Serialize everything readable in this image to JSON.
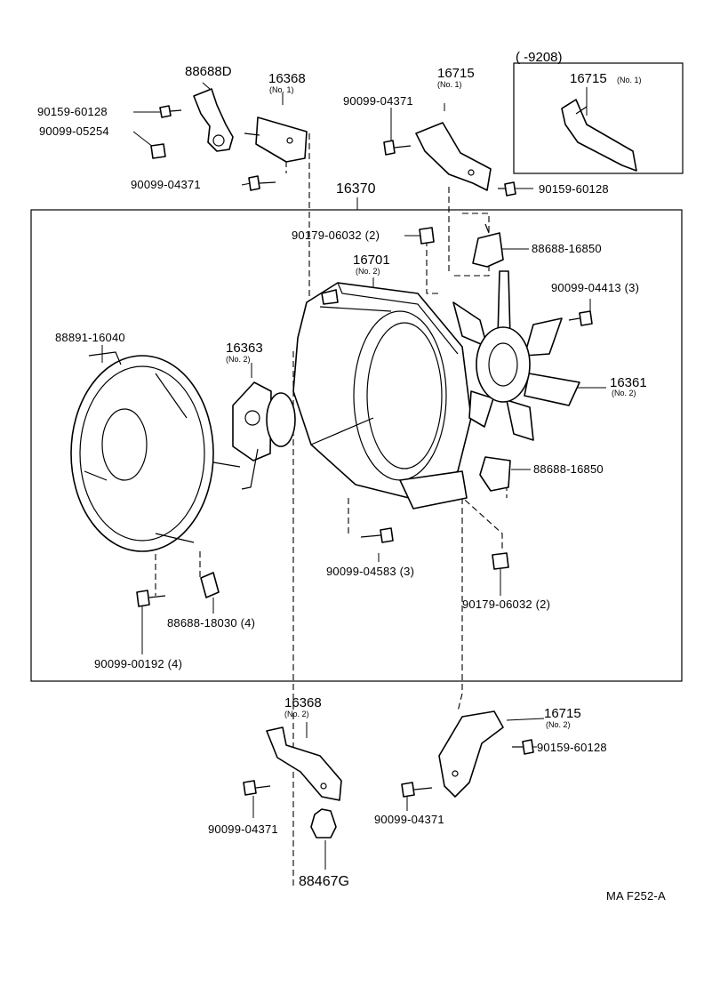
{
  "inset": {
    "range_label": "(        -9208)",
    "part": "16715",
    "part_note": "(No. 1)"
  },
  "labels": {
    "p88688D": "88688D",
    "p16368_top": "16368",
    "p16368_top_note": "(No. 1)",
    "p90159_60128_a": "90159-60128",
    "p90099_05254": "90099-05254",
    "p90099_04371_a": "90099-04371",
    "p16715_top": "16715",
    "p16715_top_note": "(No. 1)",
    "p90099_04371_b": "90099-04371",
    "p90159_60128_b": "90159-60128",
    "p16370": "16370",
    "p90179_06032_a": "90179-06032 (2)",
    "p88688_16850_a": "88688-16850",
    "p16701": "16701",
    "p16701_note": "(No. 2)",
    "p90099_04413": "90099-04413 (3)",
    "p88891_16040": "88891-16040",
    "p16363": "16363",
    "p16363_note": "(No. 2)",
    "p16361": "16361",
    "p16361_note": "(No. 2)",
    "p88688_16850_b": "88688-16850",
    "p90099_04583": "90099-04583 (3)",
    "p90179_06032_b": "90179-06032 (2)",
    "p88688_18030": "88688-18030 (4)",
    "p90099_00192": "90099-00192 (4)",
    "p16368_bot": "16368",
    "p16368_bot_note": "(No. 2)",
    "p16715_bot": "16715",
    "p16715_bot_note": "(No. 2)",
    "p90159_60128_c": "90159-60128",
    "p90099_04371_c": "90099-04371",
    "p90099_04371_d": "90099-04371",
    "p88467G": "88467G",
    "figure_code": "MA F252-A"
  }
}
